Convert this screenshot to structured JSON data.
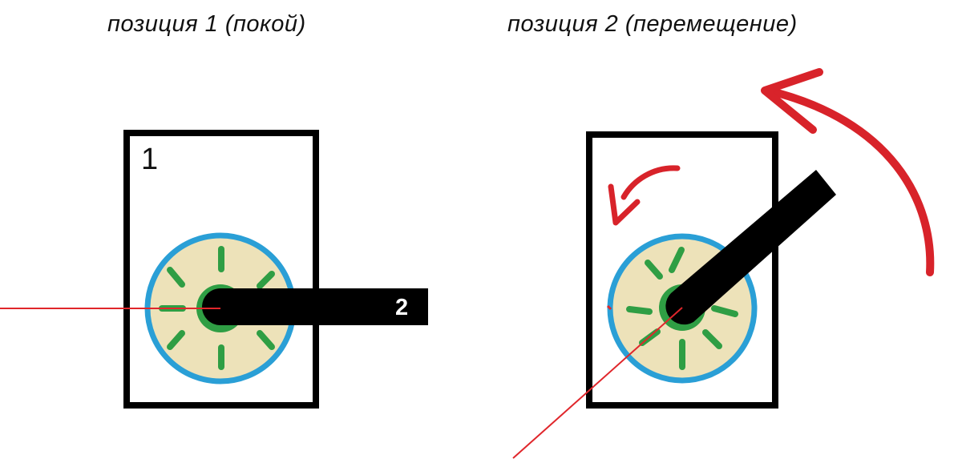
{
  "captions": {
    "position_1": "позиция 1 (покой)",
    "position_2": "позиция 2 (перемещение)"
  },
  "labels": {
    "body": "1",
    "lever": "2"
  },
  "colors": {
    "outline": "#000000",
    "ring": "#2a9fd6",
    "fill": "#ede2b9",
    "spokes": "#2f9e44",
    "arrows": "#d8232a",
    "pointer_line": "#e0262b",
    "lever": "#000000"
  },
  "icons": {
    "rotation_arrow_large": "curved-arrow-counterclockwise",
    "rotation_arrow_small": "curved-arrow-counterclockwise"
  }
}
